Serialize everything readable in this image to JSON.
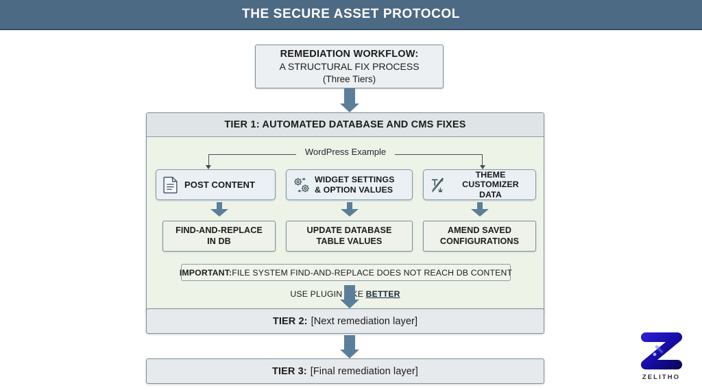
{
  "header": {
    "title": "THE SECURE ASSET PROTOCOL",
    "bg_color": "#4d6a84",
    "text_color": "#ffffff"
  },
  "title_box": {
    "line1": "REMEDIATION WORKFLOW:",
    "line2": "A STRUCTURAL FIX PROCESS",
    "line3": "(Three Tiers)"
  },
  "tier1": {
    "heading": "TIER 1: AUTOMATED DATABASE AND CMS FIXES",
    "bracket_label": "WordPress Example",
    "panel_color": "#eef3e8",
    "heading_color": "#dfe5e7",
    "sources": [
      {
        "icon": "document-icon",
        "label": "POST CONTENT"
      },
      {
        "icon": "gears-settings-icon",
        "label_line1": "WIDGET SETTINGS",
        "label_line2": "& OPTION VALUES"
      },
      {
        "icon": "typography-pencil-icon",
        "label_line1": "THEME",
        "label_line2": "CUSTOMIZER DATA"
      }
    ],
    "actions": [
      {
        "line1": "FIND-AND-REPLACE",
        "line2": "IN DB"
      },
      {
        "line1": "UPDATE DATABASE",
        "line2": "TABLE VALUES"
      },
      {
        "line1": "AMEND SAVED",
        "line2": "CONFIGURATIONS"
      }
    ],
    "note_prefix": "IMPORTANT:",
    "note_text": " FILE SYSTEM FIND-AND-REPLACE DOES NOT REACH DB CONTENT",
    "plugin_text": "USE PLUGIN LIKE ",
    "plugin_link": "BETTER"
  },
  "tier2": {
    "label": "TIER 2:",
    "text": "[Next remediation layer]"
  },
  "tier3": {
    "label": "TIER 3:",
    "text": "[Final remediation layer]"
  },
  "logo": {
    "name": "ZELITHO",
    "color": "#1a14c8"
  },
  "arrow_color": "#5b7f9b"
}
